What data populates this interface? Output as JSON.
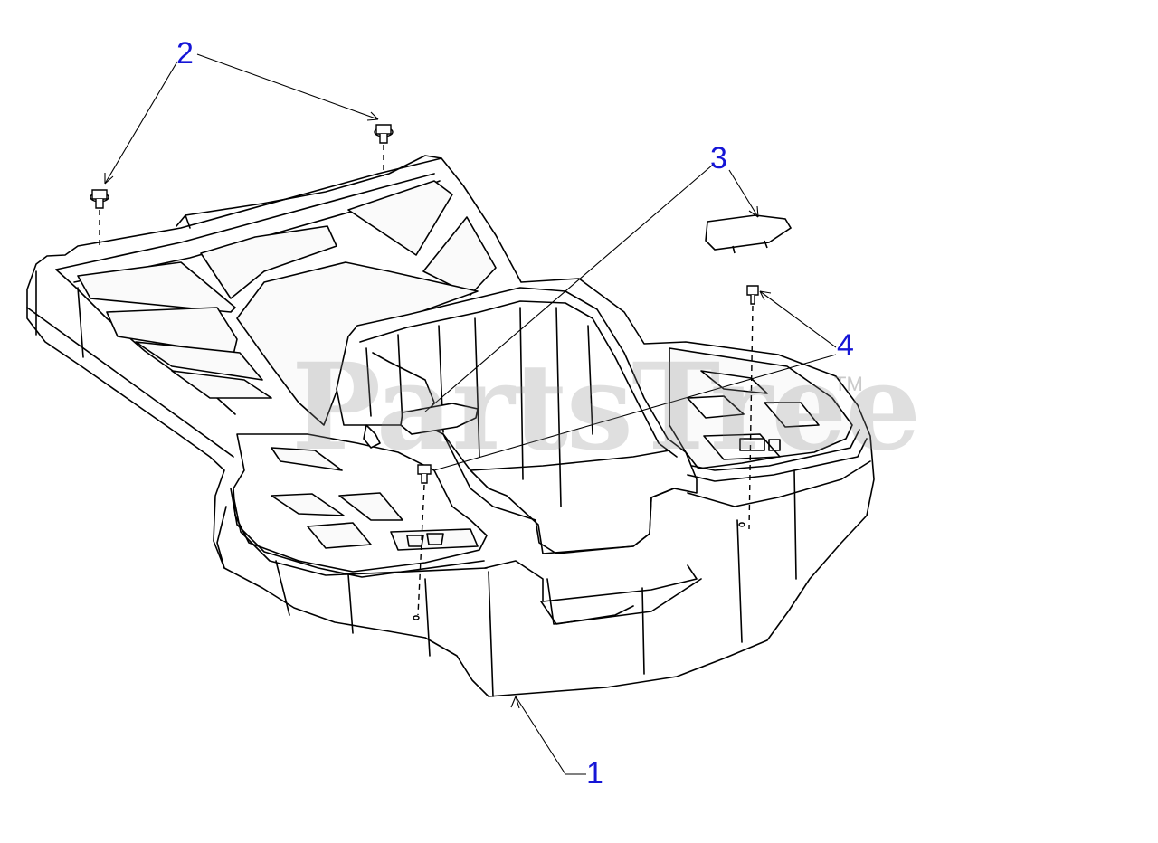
{
  "diagram": {
    "callouts": [
      {
        "id": "1",
        "label": "1"
      },
      {
        "id": "2",
        "label": "2"
      },
      {
        "id": "3",
        "label": "3"
      },
      {
        "id": "4",
        "label": "4"
      }
    ],
    "watermark": {
      "text": "PartsTree",
      "trademark": "TM"
    }
  },
  "colors": {
    "line": "#000000",
    "callout": "#1515d6",
    "watermark": "#8c8c8c",
    "part_fill": "#ffffff",
    "panel_fill": "#fafafa"
  },
  "icons": [
    "push-pin-fastener-icon",
    "screw-icon",
    "plug-cap-icon"
  ]
}
